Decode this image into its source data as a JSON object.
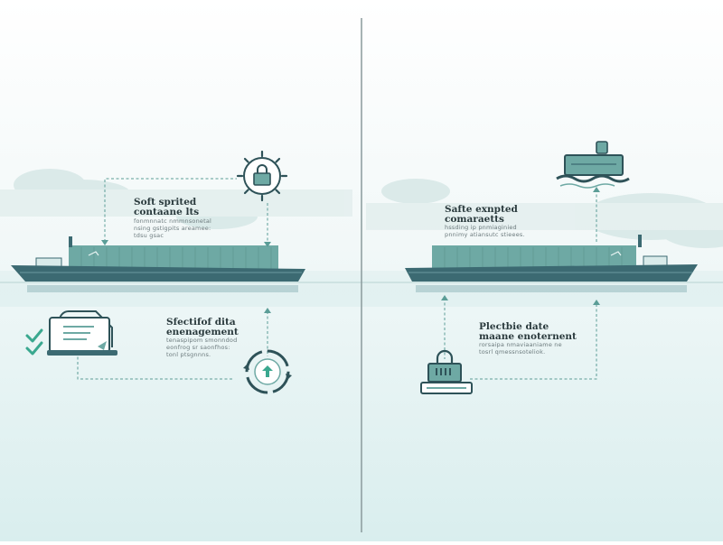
{
  "colors": {
    "background_top": "#ffffff",
    "background_bottom": "#dcefef",
    "hull": "#3c6a72",
    "container": "#6ea9a4",
    "accent": "#5b9d97",
    "outline": "#2e5258",
    "check": "#3aa88f",
    "divider": "#8a9a9c"
  },
  "left": {
    "top": {
      "title_lines": [
        "Soft sprited",
        "contaane lts"
      ],
      "body_lines": [
        "fonmnnatc nmmnsonetal",
        "nsing gstigpits areamee:",
        "tdsu gsac"
      ],
      "icon": "padlock-gear-icon"
    },
    "bottom": {
      "title_lines": [
        "Sfectifof dita",
        "enenagement"
      ],
      "body_lines": [
        "tenaspipom smonndod",
        "eonfrog sr saonfhos:",
        "tonl ptsgnnns."
      ],
      "icon": "document-check-icon",
      "side_icon": "circular-arrows-icon"
    }
  },
  "right": {
    "top": {
      "title_lines": [
        "Safte exnpted",
        "comaraetts"
      ],
      "body_lines": [
        "hssding ip pnmiaginied",
        "pnnimy atiansutc stieees."
      ],
      "icon": "robotic-vessel-icon"
    },
    "bottom": {
      "title_lines": [
        "Plectbie date",
        "maane enoternent"
      ],
      "body_lines": [
        "rorsaipa nmaviaaniame ne",
        "tosrl qmessnsoteliok."
      ],
      "icon": "padlock-server-icon"
    }
  }
}
